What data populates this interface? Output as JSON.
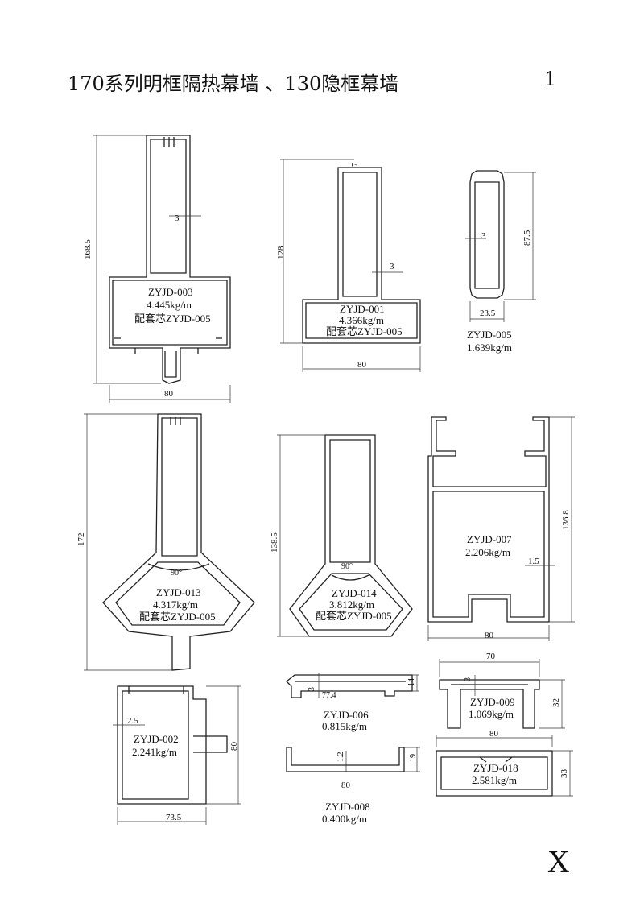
{
  "title": "170系列明框隔热幕墙 、130隐框幕墙",
  "page_number": "1",
  "corner_mark": "X",
  "profiles": [
    {
      "code": "ZYJD-003",
      "weight": "4.445kg/m",
      "core": "配套芯ZYJD-005",
      "dims": {
        "height": "168.5",
        "width": "80",
        "wall": "3"
      }
    },
    {
      "code": "ZYJD-001",
      "weight": "4.366kg/m",
      "core": "配套芯ZYJD-005",
      "dims": {
        "height": "128",
        "width": "80",
        "wall": "3",
        "top": "7"
      }
    },
    {
      "code": "ZYJD-005",
      "weight": "1.639kg/m",
      "dims": {
        "height": "87.5",
        "width": "23.5",
        "wall": "3"
      }
    },
    {
      "code": "ZYJD-013",
      "weight": "4.317kg/m",
      "core": "配套芯ZYJD-005",
      "dims": {
        "height": "172",
        "angle": "90°"
      }
    },
    {
      "code": "ZYJD-014",
      "weight": "3.812kg/m",
      "core": "配套芯ZYJD-005",
      "dims": {
        "height": "138.5",
        "angle": "90°"
      }
    },
    {
      "code": "ZYJD-007",
      "weight": "2.206kg/m",
      "dims": {
        "height": "136.8",
        "width": "80",
        "wall": "1.5"
      }
    },
    {
      "code": "ZYJD-002",
      "weight": "2.241kg/m",
      "dims": {
        "height": "80",
        "width": "73.5",
        "wall": "2.5"
      }
    },
    {
      "code": "ZYJD-006",
      "weight": "0.815kg/m",
      "dims": {
        "width": "77.4",
        "height": "14",
        "wall": "3"
      }
    },
    {
      "code": "ZYJD-009",
      "weight": "1.069kg/m",
      "dims": {
        "width": "70",
        "height": "32",
        "wall": "3"
      }
    },
    {
      "code": "ZYJD-008",
      "weight": "0.400kg/m",
      "dims": {
        "width": "80",
        "height": "19",
        "wall": "1.2"
      }
    },
    {
      "code": "ZYJD-018",
      "weight": "2.581kg/m",
      "dims": {
        "width": "80",
        "height": "33"
      }
    }
  ]
}
